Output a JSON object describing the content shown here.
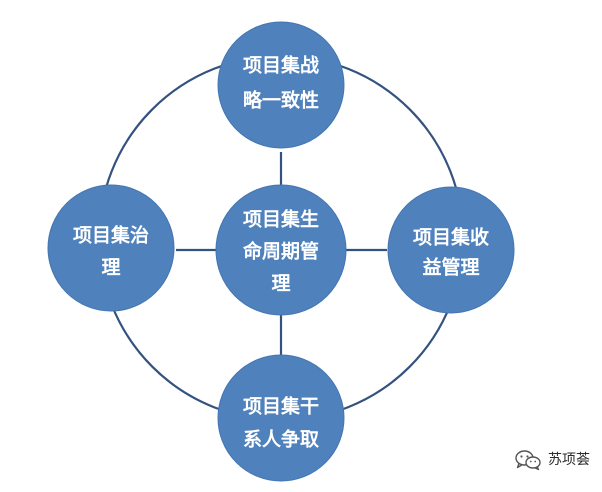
{
  "diagram": {
    "colors": {
      "node_fill": "#4f81bd",
      "node_stroke": "#4375b2",
      "connector": "#34527f",
      "text": "#ffffff"
    },
    "center": {
      "label_lines": [
        "项目集生",
        "命周期管",
        "理"
      ]
    },
    "top": {
      "label_lines": [
        "项目集战",
        "略一致性"
      ]
    },
    "left": {
      "label_lines": [
        "项目集治",
        "理"
      ]
    },
    "right": {
      "label_lines": [
        "项目集收",
        "益管理"
      ]
    },
    "bottom": {
      "label_lines": [
        "项目集干",
        "系人争取"
      ]
    }
  },
  "watermark": {
    "icon": "wechat-icon",
    "text": "苏项荟"
  }
}
